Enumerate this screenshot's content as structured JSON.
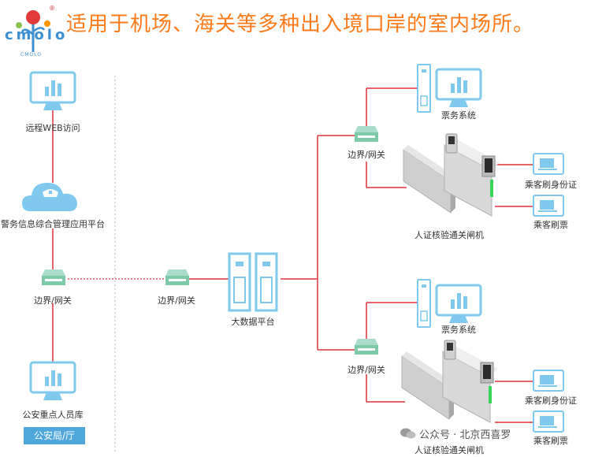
{
  "header": {
    "headline": "适用于机场、海关等多种出入境口岸的室内场所。",
    "logo_letters": "cmolo",
    "logo_subtext": "CMOLO",
    "logo_registered": "®"
  },
  "left_column": {
    "remote_web_label": "远程WEB访问",
    "police_platform_label": "警务信息综合管理应用平台",
    "gateway_left_label": "边界/网关",
    "police_db_label": "公安重点人员库",
    "police_bureau_tag": "公安局/厅"
  },
  "center": {
    "gateway_center_label": "边界/网关",
    "bigdata_label": "大数据平台"
  },
  "top_branch": {
    "ticket_system_label": "票务系统",
    "gateway_label": "边界/网关",
    "gate_label": "人证核验通关闸机",
    "id_card_label": "乘客刷身份证",
    "ticket_swipe_label": "乘客刷票"
  },
  "bottom_branch": {
    "ticket_system_label": "票务系统",
    "gateway_label": "边界/网关",
    "gate_label": "人证核验通关闸机",
    "id_card_label": "乘客刷身份证",
    "ticket_swipe_label": "乘客刷票"
  },
  "watermark": {
    "text": "公众号 · 北京西喜罗"
  },
  "colors": {
    "line_red": "#e0313a",
    "icon_blue": "#7fc8ee",
    "gateway_green": "#7dc9a8",
    "headline_orange": "#ff7a1a",
    "tag_blue": "#4fa7dc"
  }
}
